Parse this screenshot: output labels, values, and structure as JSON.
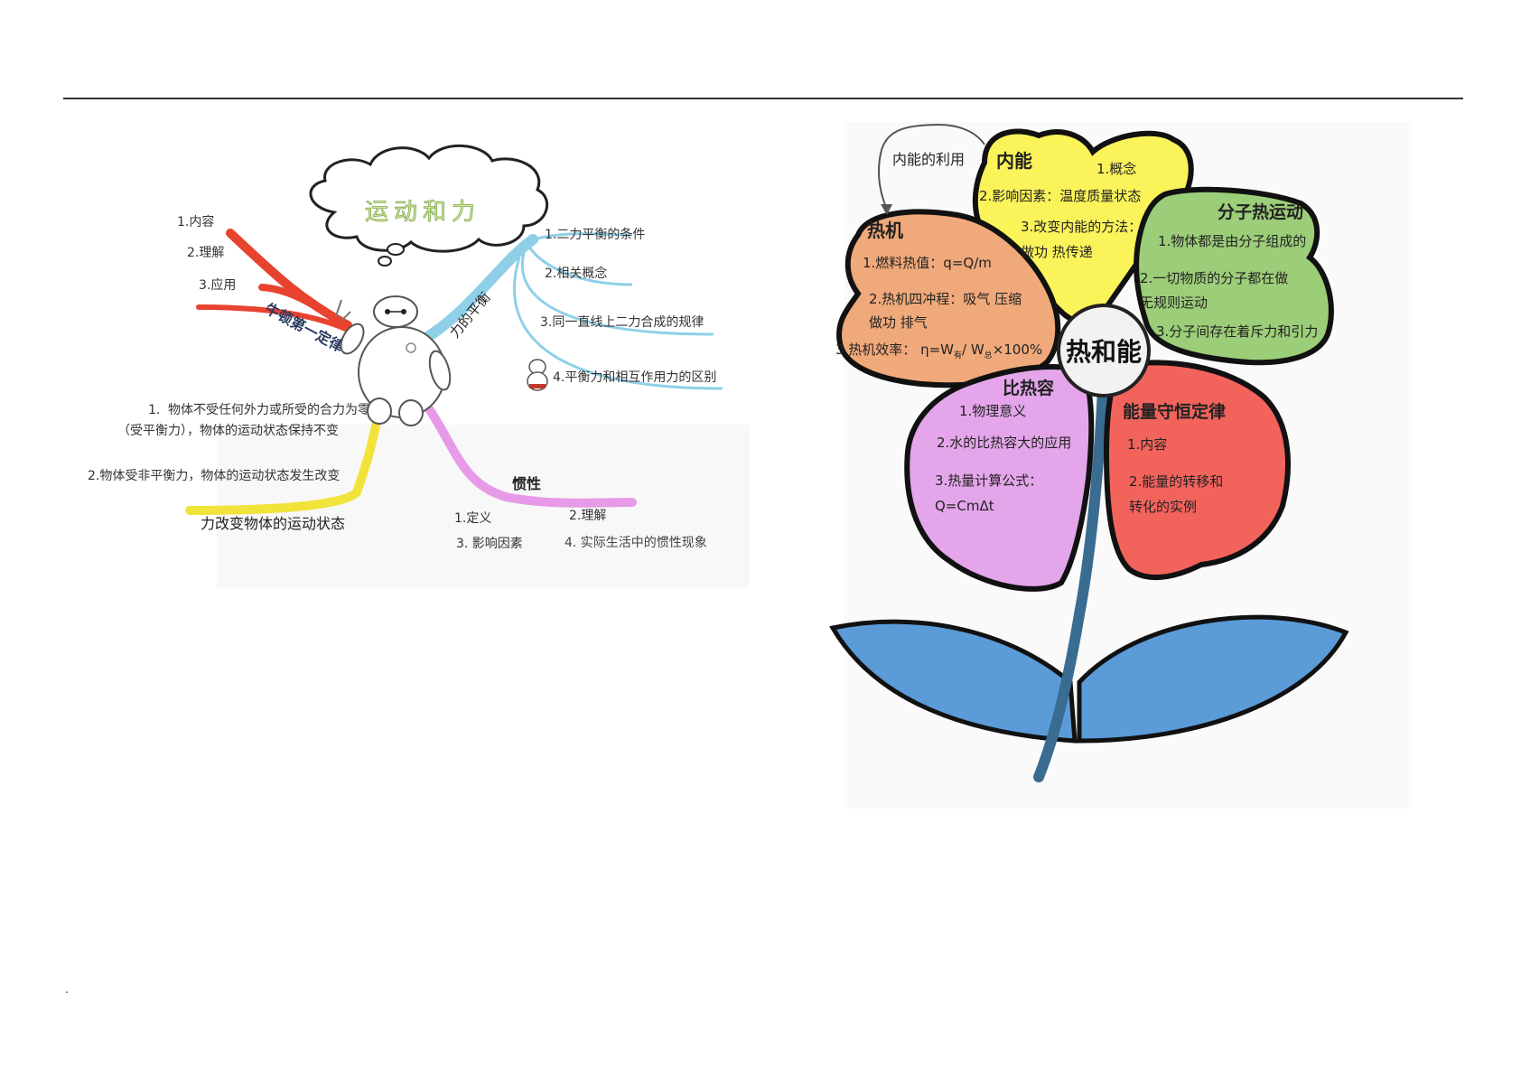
{
  "left_map": {
    "title": "运动和力",
    "newton": {
      "label": "牛顿第一定律",
      "items": [
        "1.内容",
        "2.理解",
        "3.应用"
      ]
    },
    "balance": {
      "label": "力的平衡",
      "items": [
        "1.二力平衡的条件",
        "2.相关概念",
        "3.同一直线上二力合成的规律",
        "4.平衡力和相互作用力的区别"
      ]
    },
    "force_motion": {
      "label": "力改变物体的运动状态",
      "item1_num": "1.",
      "item1_line1": "物体不受任何外力或所受的合力为零",
      "item1_line2": "（受平衡力），物体的运动状态保持不变",
      "item2": "2.物体受非平衡力，物体的运动状态发生改变"
    },
    "inertia": {
      "label": "惯性",
      "items": [
        "1.定义",
        "2.理解",
        "3. 影响因素",
        "4.  实际生活中的惯性现象"
      ]
    }
  },
  "right_map": {
    "center": "热和能",
    "arrow_label": "内能的利用",
    "neineng": {
      "title": "内能",
      "items": [
        "1.概念",
        "2.影响因素：温度质量状态",
        "3.改变内能的方法：",
        "做功  热传递"
      ]
    },
    "reji": {
      "title": "热机",
      "items": [
        "1.燃料热值：q=Q/m",
        "2.热机四冲程：吸气  压缩",
        "做功  排气",
        "3.热机效率：  η=W",
        "有",
        "/ W",
        "总",
        "×100%"
      ]
    },
    "fenzi": {
      "title": "分子热运动",
      "items": [
        "1.物体都是由分子组成的",
        "2.一切物质的分子都在做",
        "无规则运动",
        "3.分子间存在着斥力和引力"
      ]
    },
    "bire": {
      "title": "比热容",
      "items": [
        "1.物理意义",
        "2.水的比热容大的应用",
        "3.热量计算公式：",
        "Q=CmΔt"
      ]
    },
    "nengliang": {
      "title": "能量守恒定律",
      "items": [
        "1.内容",
        "2.能量的转移和",
        "转化的实例"
      ]
    }
  },
  "colors": {
    "red_branch": "#e8432f",
    "blue_branch": "#8fd0e8",
    "yellow_branch": "#f2e33a",
    "purple_branch": "#e79ae8",
    "petal_yellow": "#fbf35a",
    "petal_orange": "#f0a97a",
    "petal_green": "#9ccd78",
    "petal_pink": "#e4a5ea",
    "petal_red": "#f2635c",
    "leaf_blue": "#5b9bd8",
    "stem": "#3a6b90"
  }
}
